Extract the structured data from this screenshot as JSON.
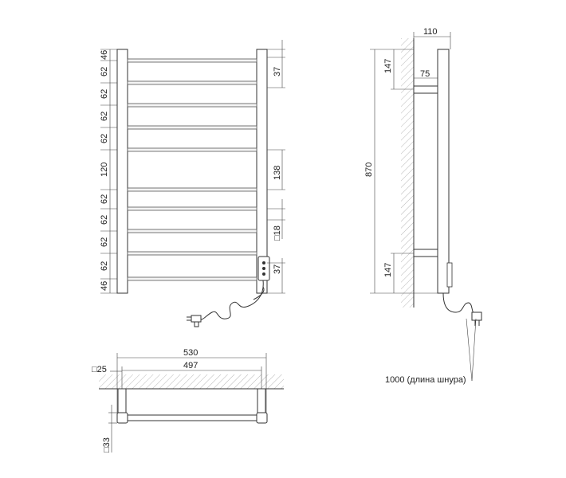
{
  "front_view": {
    "left_spacing_labels": [
      "46",
      "62",
      "62",
      "62",
      "62",
      "120",
      "62",
      "62",
      "62",
      "62",
      "46"
    ],
    "right_dim_top": "37",
    "right_dim_middle": "138",
    "right_dim_profile": "□18",
    "right_dim_bottom": "37"
  },
  "side_view": {
    "depth": "110",
    "bracket_offset": "75",
    "top_bracket": "147",
    "height": "870",
    "bottom_bracket": "147"
  },
  "top_view": {
    "width_outer": "530",
    "width_inner": "497",
    "profile_top": "□25",
    "profile_side": "□33"
  },
  "cable_label": "1000 (длина шнура)"
}
